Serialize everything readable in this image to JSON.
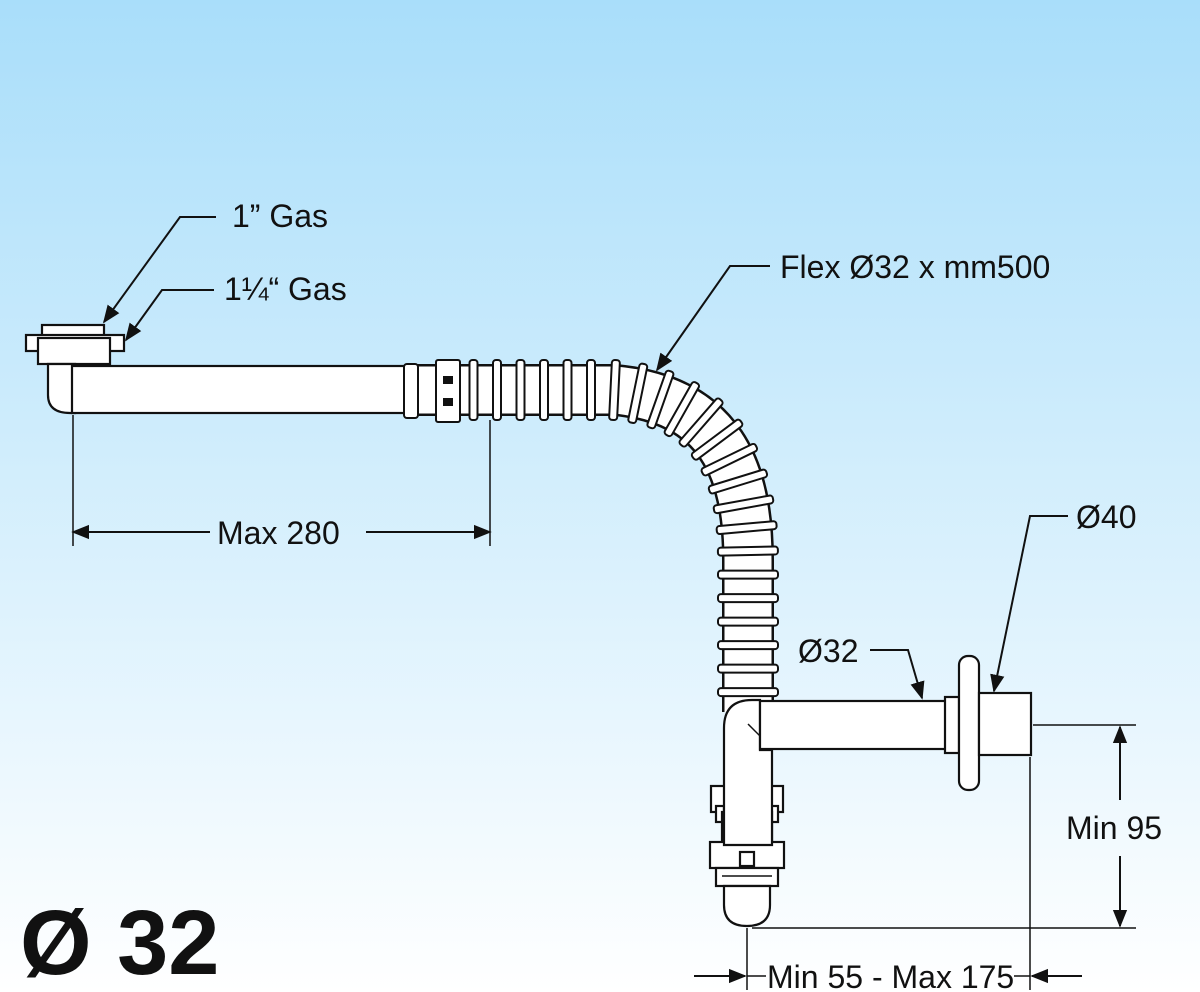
{
  "diagram": {
    "background_top": "#a9defa",
    "background_bottom": "#ffffff",
    "line_color": "#111111",
    "labels": {
      "thread_1": "1” Gas",
      "thread_1_quarter": "1¼“ Gas",
      "flex": "Flex Ø32 x mm500",
      "max_length": "Max 280",
      "outlet_diameter": "Ø40",
      "pipe_diameter": "Ø32",
      "min_height": "Min 95",
      "depth_range": "Min 55 - Max 175",
      "size_badge": "Ø 32"
    }
  }
}
